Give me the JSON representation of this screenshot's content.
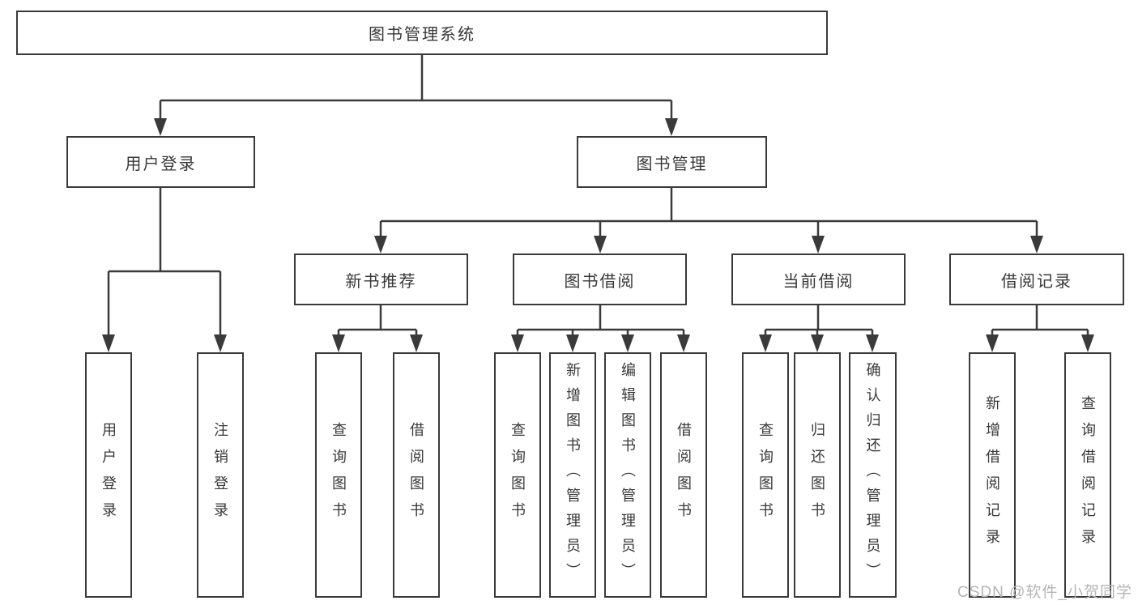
{
  "diagram": {
    "title": "图书管理系统",
    "type": "hierarchy-tree",
    "colors": {
      "background": "#ffffff",
      "line": "#3a3a3a",
      "text": "#383838",
      "watermark": "#b5b5b5"
    },
    "nodes": {
      "root": "图书管理系统",
      "login": "用户登录",
      "mgmt": "图书管理",
      "rec": "新书推荐",
      "borrow": "图书借阅",
      "current": "当前借阅",
      "records": "借阅记录",
      "login_user": "用户登录",
      "login_logout": "注销登录",
      "rec_query": "查询图书",
      "rec_borrow": "借阅图书",
      "borrow_query": "查询图书",
      "borrow_add": "新增图书（管理员）",
      "borrow_edit": "编辑图书（管理员）",
      "borrow_lend": "借阅图书",
      "current_query": "查询图书",
      "current_return": "归还图书",
      "current_confirm": "确认归还（管理员）",
      "records_add": "新增借阅记录",
      "records_query": "查询借阅记录"
    },
    "edges": [
      [
        "root",
        "login"
      ],
      [
        "root",
        "mgmt"
      ],
      [
        "mgmt",
        "rec"
      ],
      [
        "mgmt",
        "borrow"
      ],
      [
        "mgmt",
        "current"
      ],
      [
        "mgmt",
        "records"
      ],
      [
        "login",
        "login_user"
      ],
      [
        "login",
        "login_logout"
      ],
      [
        "rec",
        "rec_query"
      ],
      [
        "rec",
        "rec_borrow"
      ],
      [
        "borrow",
        "borrow_query"
      ],
      [
        "borrow",
        "borrow_add"
      ],
      [
        "borrow",
        "borrow_edit"
      ],
      [
        "borrow",
        "borrow_lend"
      ],
      [
        "current",
        "current_query"
      ],
      [
        "current",
        "current_return"
      ],
      [
        "current",
        "current_confirm"
      ],
      [
        "records",
        "records_add"
      ],
      [
        "records",
        "records_query"
      ]
    ],
    "watermark": "CSDN @软件_小贺同学"
  }
}
